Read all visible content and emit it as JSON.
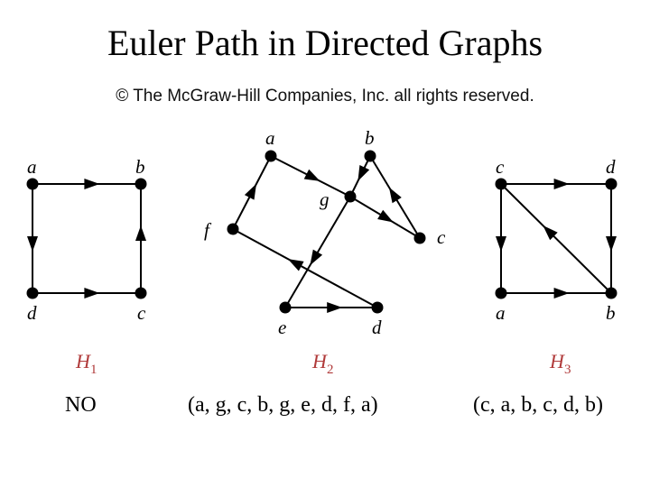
{
  "title": "Euler Path in Directed Graphs",
  "copyright": "© The McGraw-Hill Companies, Inc. all rights reserved.",
  "graphs": [
    {
      "id": "H1",
      "name": "H",
      "subscript": "1",
      "answer": "NO",
      "nodes": [
        "a",
        "b",
        "c",
        "d"
      ],
      "edges": [
        [
          "a",
          "b"
        ],
        [
          "a",
          "d"
        ],
        [
          "d",
          "c"
        ],
        [
          "c",
          "b"
        ]
      ]
    },
    {
      "id": "H2",
      "name": "H",
      "subscript": "2",
      "answer": "(a, g, c, b, g, e, d, f, a)",
      "nodes": [
        "a",
        "b",
        "c",
        "d",
        "e",
        "f",
        "g"
      ],
      "edges": [
        [
          "a",
          "g"
        ],
        [
          "g",
          "c"
        ],
        [
          "c",
          "b"
        ],
        [
          "b",
          "g"
        ],
        [
          "g",
          "e"
        ],
        [
          "e",
          "d"
        ],
        [
          "d",
          "f"
        ],
        [
          "f",
          "a"
        ]
      ]
    },
    {
      "id": "H3",
      "name": "H",
      "subscript": "3",
      "answer": "(c, a, b, c, d, b)",
      "nodes": [
        "a",
        "b",
        "c",
        "d"
      ],
      "edges": [
        [
          "c",
          "a"
        ],
        [
          "a",
          "b"
        ],
        [
          "b",
          "c"
        ],
        [
          "c",
          "d"
        ],
        [
          "d",
          "b"
        ]
      ]
    }
  ]
}
